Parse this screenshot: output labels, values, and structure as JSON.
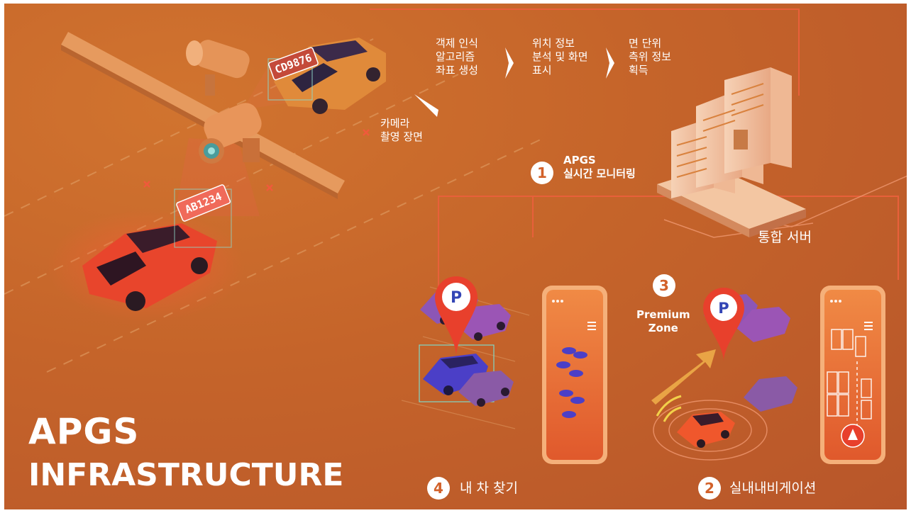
{
  "title_line1": "APGS",
  "title_line2": "INFRASTRUCTURE",
  "plates": {
    "rear_car": "CD9876",
    "front_car": "AB1234"
  },
  "camera_caption": "카메라\n촬영 장면",
  "process_steps": [
    "객제 인식\n알고리즘\n좌표 생성",
    "위치 정보\n분석 및 화면\n표시",
    "면 단위\n측위 정보\n획득"
  ],
  "features": [
    {
      "number": "1",
      "label": "APGS\n실시간 모니터링"
    },
    {
      "number": "2",
      "label": "실내내비게이션"
    },
    {
      "number": "3",
      "label": "Premium\nZone"
    },
    {
      "number": "4",
      "label": "내 차 찾기"
    }
  ],
  "server_label": "통합 서버",
  "parking_icon_letter": "P",
  "colors": {
    "background": "#c5642a",
    "accent_red": "#e8402c",
    "car_orange": "#e8833a",
    "car_purple": "#8a56b4",
    "car_blue": "#4b3fc7"
  }
}
